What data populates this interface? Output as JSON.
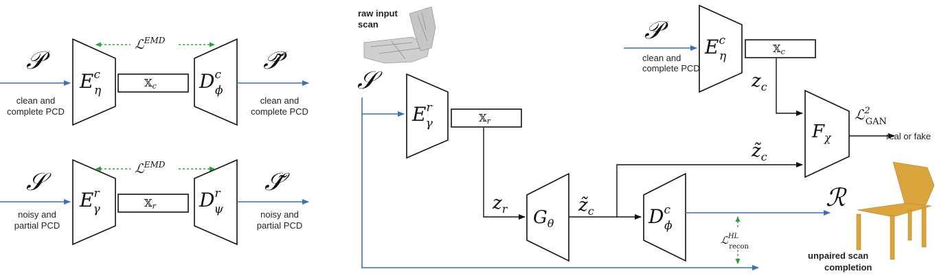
{
  "left_top": {
    "input_symbol": "𝒫",
    "encoder": {
      "base": "E",
      "sup": "c",
      "sub": "η"
    },
    "latent": "𝕏",
    "latent_sub": "c",
    "decoder": {
      "base": "D",
      "sup": "c",
      "sub": "ϕ"
    },
    "output_symbol": "𝒫̃",
    "loss": {
      "base": "ℒ",
      "sup": "EMD"
    },
    "input_caption": [
      "clean and",
      "complete PCD"
    ],
    "output_caption": [
      "clean and",
      "complete PCD"
    ]
  },
  "left_bottom": {
    "input_symbol": "𝒮",
    "encoder": {
      "base": "E",
      "sup": "r",
      "sub": "γ"
    },
    "latent": "𝕏",
    "latent_sub": "r",
    "decoder": {
      "base": "D",
      "sup": "r",
      "sub": "ψ"
    },
    "output_symbol": "𝒮̃",
    "loss": {
      "base": "ℒ",
      "sup": "EMD"
    },
    "input_caption": [
      "noisy and",
      "partial PCD"
    ],
    "output_caption": [
      "noisy and",
      "partial PCD"
    ]
  },
  "right": {
    "raw_input_label": [
      "raw input",
      "scan"
    ],
    "scan_symbol": "𝒮",
    "encoder_r": {
      "base": "E",
      "sup": "r",
      "sub": "γ"
    },
    "latent_r": "𝕏",
    "latent_r_sub": "r",
    "z_r": {
      "base": "z",
      "sub": "r"
    },
    "generator": {
      "base": "G",
      "sub": "θ"
    },
    "z_tilde_c": {
      "base": "z̃",
      "sub": "c"
    },
    "decoder_c": {
      "base": "D",
      "sup": "c",
      "sub": "ϕ"
    },
    "output_symbol": "ℛ",
    "loss_recon": {
      "base": "ℒ",
      "sup": "HL",
      "sub": "recon"
    },
    "clean_symbol": "𝒫",
    "clean_caption": [
      "clean and",
      "complete PCD"
    ],
    "encoder_c": {
      "base": "E",
      "sup": "c",
      "sub": "η"
    },
    "latent_c": "𝕏",
    "latent_c_sub": "c",
    "z_c": {
      "base": "z",
      "sub": "c"
    },
    "discriminator": {
      "base": "F",
      "sub": "χ"
    },
    "loss_gan": {
      "base": "ℒ",
      "sup": "2",
      "sub": "GAN"
    },
    "real_fake_label": "real or fake",
    "completion_label": [
      "unpaired scan",
      "completion"
    ]
  },
  "colors": {
    "flow": "#3b6fb6",
    "loss": "#2e9e3e",
    "stroke": "#111111",
    "chair": "#d9a53c"
  }
}
